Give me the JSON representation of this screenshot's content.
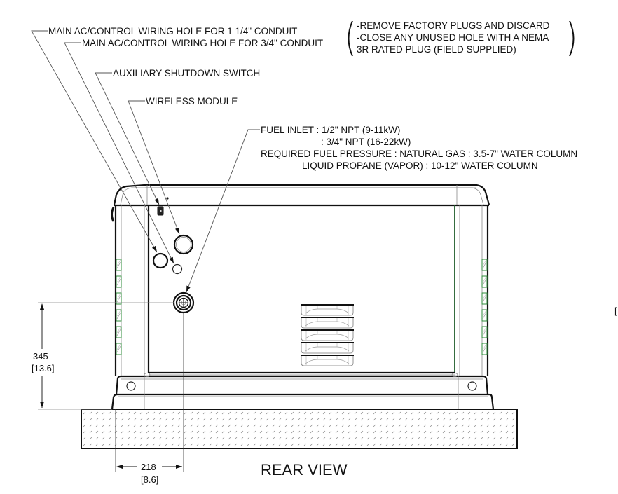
{
  "drawing": {
    "title": "REAR VIEW",
    "callouts": {
      "main_ac_1_1_4": "MAIN AC/CONTROL WIRING HOLE FOR 1 1/4\" CONDUIT",
      "main_ac_3_4": "MAIN AC/CONTROL WIRING HOLE FOR 3/4\" CONDUIT",
      "aux_shutdown": "AUXILIARY SHUTDOWN SWITCH",
      "wireless": "WIRELESS MODULE",
      "fuel_inlet": {
        "line1": "FUEL INLET : 1/2\" NPT (9-11kW)",
        "line2": ": 3/4\" NPT (16-22kW)",
        "line3": "REQUIRED FUEL PRESSURE : NATURAL GAS : 3.5-7\" WATER COLUMN",
        "line4": "LIQUID PROPANE (VAPOR) : 10-12\" WATER COLUMN"
      }
    },
    "note": {
      "line1": "-REMOVE FACTORY PLUGS AND DISCARD",
      "line2": "-CLOSE ANY UNUSED HOLE WITH A NEMA",
      "line3": " 3R RATED PLUG (FIELD SUPPLIED)"
    },
    "dimensions": {
      "height": {
        "mm": "345",
        "in": "[13.6]"
      },
      "width": {
        "mm": "218",
        "in": "[8.6]"
      }
    },
    "stray_mark": "[",
    "colors": {
      "line": "#111111",
      "thin_line": "#888888",
      "accent_green": "#2e8b3a"
    }
  }
}
